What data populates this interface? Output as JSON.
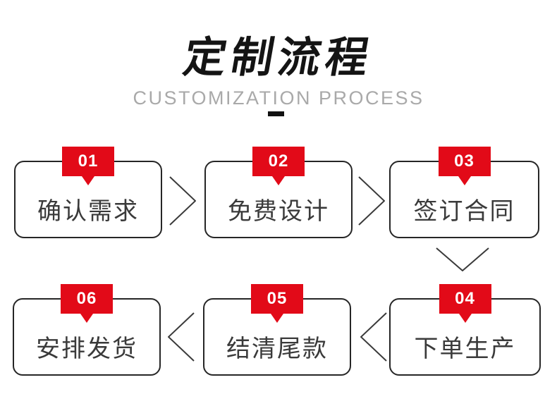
{
  "colors": {
    "accent": "#e20a18",
    "box_border": "#262626",
    "title": "#141414",
    "subtitle": "#a9a9a9",
    "label": "#3a3a3a"
  },
  "header": {
    "title": "定制流程",
    "subtitle": "CUSTOMIZATION PROCESS"
  },
  "steps": [
    {
      "number": "01",
      "label": "确认需求"
    },
    {
      "number": "02",
      "label": "免费设计"
    },
    {
      "number": "03",
      "label": "签订合同"
    },
    {
      "number": "04",
      "label": "下单生产"
    },
    {
      "number": "05",
      "label": "结清尾款"
    },
    {
      "number": "06",
      "label": "安排发货"
    }
  ]
}
